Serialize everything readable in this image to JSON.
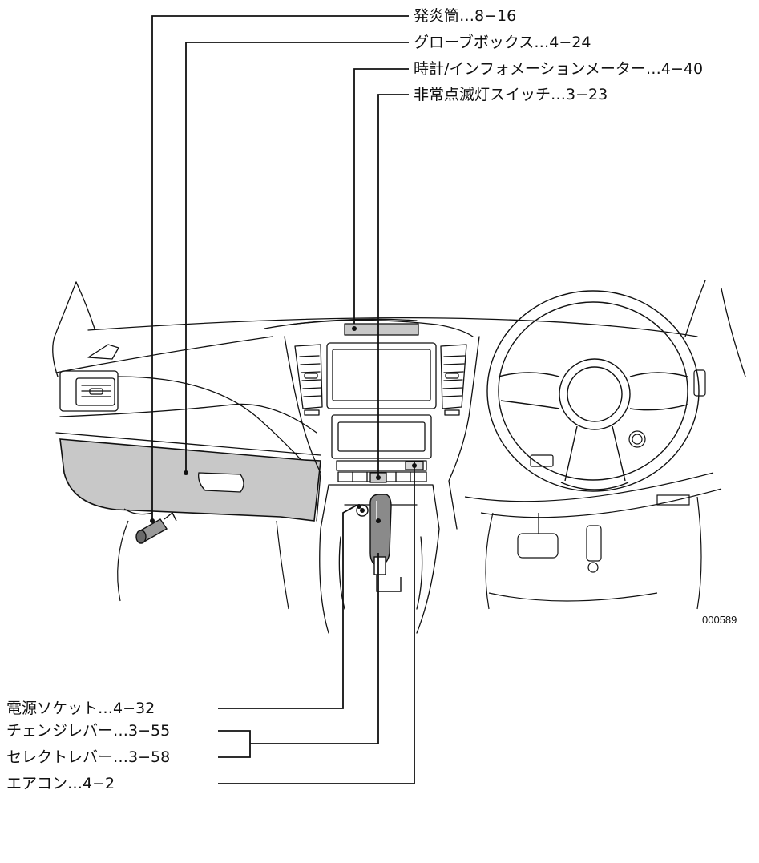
{
  "callouts": {
    "top": [
      {
        "text": "発炎筒…8−16"
      },
      {
        "text": "グローブボックス…4−24"
      },
      {
        "text": "時計/インフォメーションメーター…4−40"
      },
      {
        "text": "非常点滅灯スイッチ…3−23"
      }
    ],
    "bottom": [
      {
        "text": "電源ソケット…4−32"
      },
      {
        "text": "チェンジレバー…3−55"
      },
      {
        "text": "セレクトレバー…3−58"
      },
      {
        "text": "エアコン…4−2"
      }
    ]
  },
  "figure_id": "000589",
  "colors": {
    "line": "#111111",
    "highlight_fill": "#c8c8c8",
    "background": "#ffffff"
  }
}
